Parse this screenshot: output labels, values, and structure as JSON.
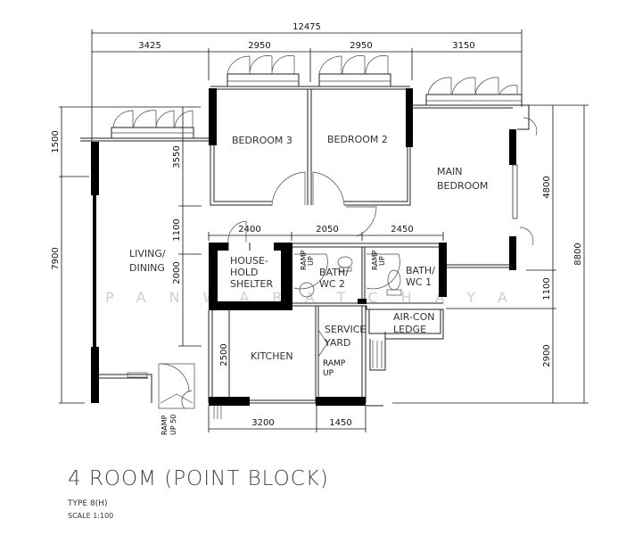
{
  "plan": {
    "title": "4 ROOM (POINT BLOCK)",
    "type": "TYPE 8(H)",
    "scale": "SCALE  1:100",
    "watermark": "PANWARATCHAYA"
  },
  "rooms": {
    "bedroom3": "BEDROOM 3",
    "bedroom2": "BEDROOM 2",
    "main_bedroom": [
      "MAIN",
      "BEDROOM"
    ],
    "living_dining": [
      "LIVING/",
      "DINING"
    ],
    "household_shelter": [
      "HOUSE-",
      "HOLD",
      "SHELTER"
    ],
    "bath_wc2": [
      "BATH/",
      "WC 2"
    ],
    "bath_wc1": [
      "BATH/",
      "WC 1"
    ],
    "kitchen": "KITCHEN",
    "service_yard": [
      "SERVICE",
      "YARD"
    ],
    "aircon_ledge": [
      "AIR-CON",
      "LEDGE"
    ],
    "ramp_up": [
      "RAMP",
      "UP"
    ],
    "ramp_up_50": [
      "RAMP",
      "UP 50"
    ]
  },
  "dimensions": {
    "overall_width": "12475",
    "top": [
      "3425",
      "2950",
      "2950",
      "3150"
    ],
    "middle": [
      "2400",
      "2050",
      "2450"
    ],
    "bottom": [
      "3200",
      "1450"
    ],
    "left_outer": [
      "1500",
      "7900"
    ],
    "left_inner": [
      "3550",
      "1100",
      "2000",
      "2500"
    ],
    "right_inner": [
      "4800",
      "1100",
      "2900"
    ],
    "right_outer": "8800"
  }
}
